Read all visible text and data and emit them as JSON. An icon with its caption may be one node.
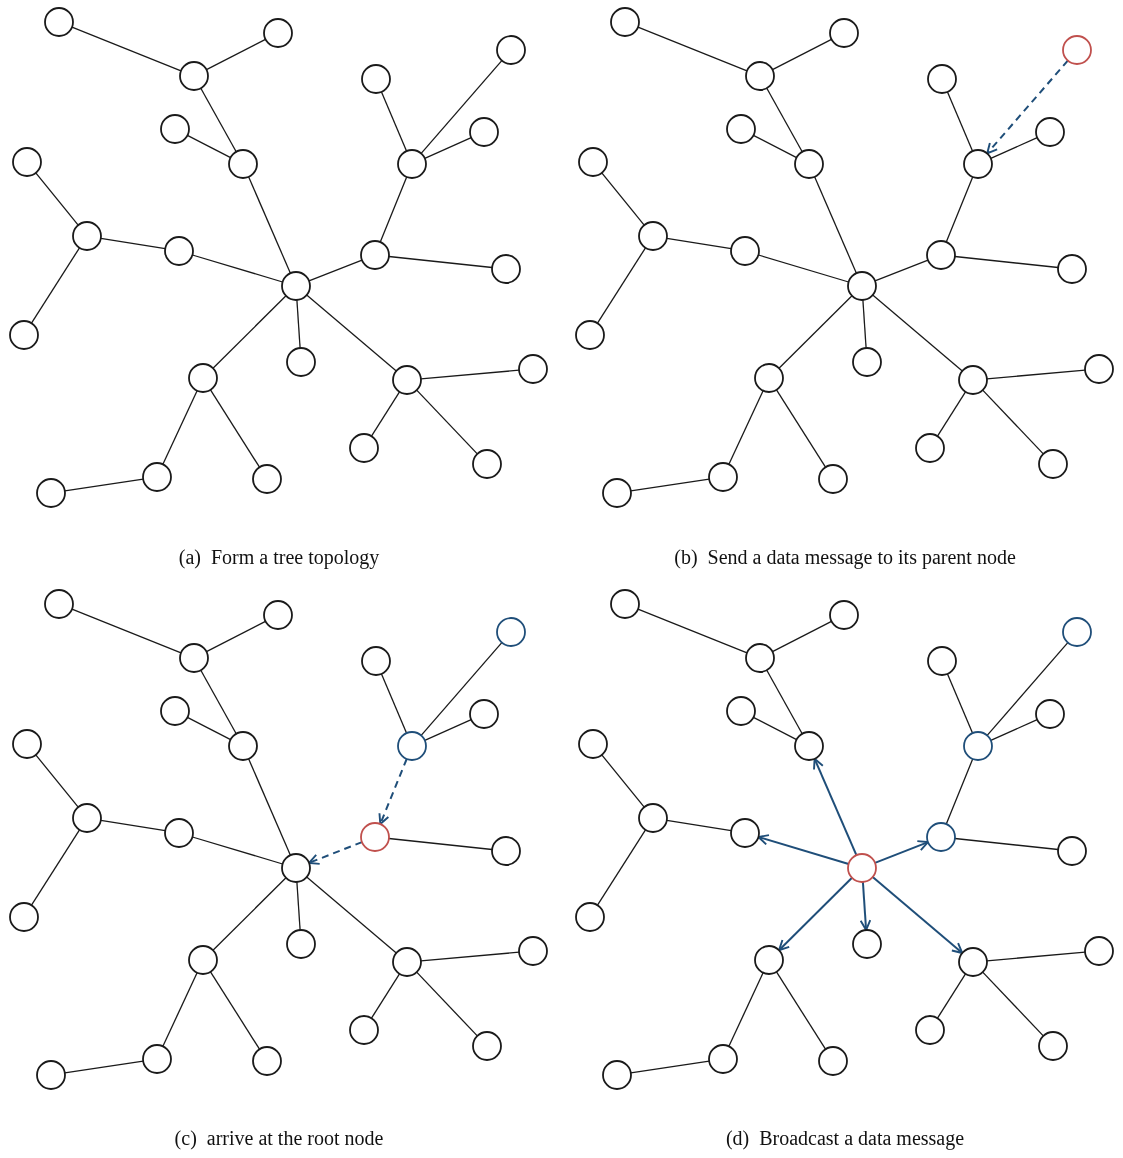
{
  "diagram": {
    "nodes": [
      {
        "text": [],
        "shape": "circle"
      },
      {
        "text": [],
        "shape": "circle"
      },
      {
        "text": [],
        "shape": "circle"
      },
      {
        "text": [],
        "shape": "circle"
      },
      {
        "text": [],
        "shape": "circle"
      },
      {
        "text": [],
        "shape": "circle"
      },
      {
        "text": [],
        "shape": "circle"
      },
      {
        "text": [],
        "shape": "circle"
      },
      {
        "text": [],
        "shape": "circle"
      },
      {
        "text": [],
        "shape": "circle"
      },
      {
        "text": [],
        "shape": "circle"
      },
      {
        "text": [],
        "shape": "circle"
      },
      {
        "text": [],
        "shape": "circle"
      },
      {
        "text": [],
        "shape": "circle"
      },
      {
        "text": [],
        "shape": "circle"
      },
      {
        "text": [],
        "shape": "circle"
      },
      {
        "text": [],
        "shape": "circle"
      },
      {
        "text": [],
        "shape": "circle"
      },
      {
        "text": [],
        "shape": "circle"
      },
      {
        "text": [],
        "shape": "circle"
      },
      {
        "text": [],
        "shape": "circle"
      },
      {
        "text": [],
        "shape": "circle"
      },
      {
        "text": [],
        "shape": "circle"
      },
      {
        "text": [],
        "shape": "circle"
      },
      {
        "text": [],
        "shape": "circle"
      },
      {
        "text": [],
        "shape": "circle"
      },
      {
        "text": [],
        "shape": "circle"
      },
      {
        "text": [],
        "shape": "circle"
      },
      {
        "text": [],
        "shape": "circle"
      },
      {
        "text": [],
        "shape": "circle"
      },
      {
        "text": [],
        "shape": "circle"
      },
      {
        "text": [],
        "shape": "circle"
      },
      {
        "text": [],
        "shape": "circle"
      },
      {
        "text": [],
        "shape": "circle"
      },
      {
        "text": [],
        "shape": "circle"
      },
      {
        "text": [],
        "shape": "circle"
      },
      {
        "text": [],
        "shape": "circle"
      },
      {
        "text": [],
        "shape": "circle"
      },
      {
        "text": [],
        "shape": "circle"
      },
      {
        "text": [],
        "shape": "circle"
      },
      {
        "text": [],
        "shape": "circle"
      },
      {
        "text": [],
        "shape": "circle"
      },
      {
        "text": [],
        "shape": "circle"
      },
      {
        "text": [],
        "shape": "circle"
      },
      {
        "text": [],
        "shape": "circle"
      },
      {
        "text": [],
        "shape": "circle"
      },
      {
        "text": [],
        "shape": "circle"
      },
      {
        "text": [],
        "shape": "circle"
      },
      {
        "text": [],
        "shape": "circle"
      },
      {
        "text": [],
        "shape": "circle"
      },
      {
        "text": [],
        "shape": "circle"
      },
      {
        "text": [],
        "shape": "circle"
      },
      {
        "text": [],
        "shape": "circle"
      },
      {
        "text": [],
        "shape": "circle"
      },
      {
        "text": [],
        "shape": "circle"
      },
      {
        "text": [],
        "shape": "circle"
      },
      {
        "text": [],
        "shape": "circle"
      },
      {
        "text": [],
        "shape": "circle"
      },
      {
        "text": [],
        "shape": "circle"
      },
      {
        "text": [],
        "shape": "circle"
      },
      {
        "text": [],
        "shape": "circle"
      },
      {
        "text": [],
        "shape": "circle"
      },
      {
        "text": [],
        "shape": "circle"
      },
      {
        "text": [],
        "shape": "circle"
      },
      {
        "text": [],
        "shape": "circle"
      },
      {
        "text": [],
        "shape": "circle"
      },
      {
        "text": [],
        "shape": "circle"
      },
      {
        "text": [],
        "shape": "circle"
      },
      {
        "text": [],
        "shape": "circle"
      },
      {
        "text": [],
        "shape": "circle"
      },
      {
        "text": [],
        "shape": "circle"
      },
      {
        "text": [],
        "shape": "circle"
      },
      {
        "text": [],
        "shape": "circle"
      },
      {
        "text": [],
        "shape": "circle"
      },
      {
        "text": [],
        "shape": "circle"
      },
      {
        "text": [],
        "shape": "circle"
      },
      {
        "text": [],
        "shape": "circle"
      },
      {
        "text": [],
        "shape": "circle"
      },
      {
        "text": [],
        "shape": "circle"
      },
      {
        "text": [],
        "shape": "circle"
      },
      {
        "text": [],
        "shape": "circle"
      },
      {
        "text": [],
        "shape": "circle"
      },
      {
        "text": [],
        "shape": "circle"
      },
      {
        "text": [],
        "shape": "circle"
      },
      {
        "text": [],
        "shape": "circle"
      },
      {
        "text": [],
        "shape": "circle"
      },
      {
        "text": [],
        "shape": "circle"
      },
      {
        "text": [],
        "shape": "circle"
      },
      {
        "text": [],
        "shape": "circle"
      },
      {
        "text": [],
        "shape": "circle"
      },
      {
        "text": [],
        "shape": "circle"
      },
      {
        "text": [],
        "shape": "circle"
      },
      {
        "text": [],
        "shape": "circle"
      },
      {
        "text": [],
        "shape": "circle"
      },
      {
        "text": [],
        "shape": "circle"
      },
      {
        "text": [],
        "shape": "circle"
      },
      {
        "text": [],
        "shape": "circle"
      },
      {
        "text": [],
        "shape": "circle"
      },
      {
        "text": [],
        "shape": "circle"
      },
      {
        "text": [],
        "shape": "circle"
      }
    ],
    "edges": [
      {
        "from": 0,
        "to": 2,
        "arrow": "none"
      },
      {
        "from": 1,
        "to": 2,
        "arrow": "none"
      },
      {
        "from": 2,
        "to": 7,
        "arrow": "none"
      },
      {
        "from": 5,
        "to": 7,
        "arrow": "none"
      },
      {
        "from": 7,
        "to": 14,
        "arrow": "none"
      },
      {
        "from": 4,
        "to": 8,
        "arrow": "none"
      },
      {
        "from": 3,
        "to": 8,
        "arrow": "none"
      },
      {
        "from": 6,
        "to": 8,
        "arrow": "none"
      },
      {
        "from": 8,
        "to": 12,
        "arrow": "none"
      },
      {
        "from": 12,
        "to": 14,
        "arrow": "none"
      },
      {
        "from": 12,
        "to": 13,
        "arrow": "none"
      },
      {
        "from": 9,
        "to": 10,
        "arrow": "none"
      },
      {
        "from": 10,
        "to": 11,
        "arrow": "none"
      },
      {
        "from": 10,
        "to": 15,
        "arrow": "none"
      },
      {
        "from": 11,
        "to": 14,
        "arrow": "none"
      },
      {
        "from": 14,
        "to": 16,
        "arrow": "none"
      },
      {
        "from": 14,
        "to": 17,
        "arrow": "none"
      },
      {
        "from": 14,
        "to": 19,
        "arrow": "none"
      },
      {
        "from": 17,
        "to": 22,
        "arrow": "none"
      },
      {
        "from": 17,
        "to": 23,
        "arrow": "none"
      },
      {
        "from": 22,
        "to": 24,
        "arrow": "none"
      },
      {
        "from": 19,
        "to": 18,
        "arrow": "none"
      },
      {
        "from": 19,
        "to": 20,
        "arrow": "none"
      },
      {
        "from": 19,
        "to": 21,
        "arrow": "none"
      },
      {
        "from": 25,
        "to": 27,
        "arrow": "none"
      },
      {
        "from": 26,
        "to": 27,
        "arrow": "none"
      },
      {
        "from": 27,
        "to": 32,
        "arrow": "none"
      },
      {
        "from": 30,
        "to": 32,
        "arrow": "none"
      },
      {
        "from": 32,
        "to": 39,
        "arrow": "none"
      },
      {
        "from": 29,
        "to": 33,
        "arrow": "none"
      },
      {
        "from": 28,
        "to": 33,
        "arrow": "to",
        "style": "dashed",
        "color": "#1f4e79"
      },
      {
        "from": 31,
        "to": 33,
        "arrow": "none"
      },
      {
        "from": 33,
        "to": 37,
        "arrow": "none"
      },
      {
        "from": 37,
        "to": 39,
        "arrow": "none"
      },
      {
        "from": 37,
        "to": 38,
        "arrow": "none"
      },
      {
        "from": 34,
        "to": 35,
        "arrow": "none"
      },
      {
        "from": 35,
        "to": 36,
        "arrow": "none"
      },
      {
        "from": 35,
        "to": 40,
        "arrow": "none"
      },
      {
        "from": 36,
        "to": 39,
        "arrow": "none"
      },
      {
        "from": 39,
        "to": 41,
        "arrow": "none"
      },
      {
        "from": 39,
        "to": 42,
        "arrow": "none"
      },
      {
        "from": 39,
        "to": 44,
        "arrow": "none"
      },
      {
        "from": 42,
        "to": 47,
        "arrow": "none"
      },
      {
        "from": 42,
        "to": 48,
        "arrow": "none"
      },
      {
        "from": 47,
        "to": 49,
        "arrow": "none"
      },
      {
        "from": 44,
        "to": 43,
        "arrow": "none"
      },
      {
        "from": 44,
        "to": 45,
        "arrow": "none"
      },
      {
        "from": 44,
        "to": 46,
        "arrow": "none"
      },
      {
        "from": 50,
        "to": 52,
        "arrow": "none"
      },
      {
        "from": 51,
        "to": 52,
        "arrow": "none"
      },
      {
        "from": 52,
        "to": 57,
        "arrow": "none"
      },
      {
        "from": 55,
        "to": 57,
        "arrow": "none"
      },
      {
        "from": 57,
        "to": 64,
        "arrow": "none"
      },
      {
        "from": 54,
        "to": 58,
        "arrow": "none"
      },
      {
        "from": 53,
        "to": 58,
        "arrow": "none"
      },
      {
        "from": 56,
        "to": 58,
        "arrow": "none"
      },
      {
        "from": 58,
        "to": 62,
        "arrow": "to",
        "style": "dashed",
        "color": "#1f4e79"
      },
      {
        "from": 62,
        "to": 64,
        "arrow": "to",
        "style": "dashed",
        "color": "#1f4e79"
      },
      {
        "from": 62,
        "to": 63,
        "arrow": "none"
      },
      {
        "from": 59,
        "to": 60,
        "arrow": "none"
      },
      {
        "from": 60,
        "to": 61,
        "arrow": "none"
      },
      {
        "from": 60,
        "to": 65,
        "arrow": "none"
      },
      {
        "from": 61,
        "to": 64,
        "arrow": "none"
      },
      {
        "from": 64,
        "to": 66,
        "arrow": "none"
      },
      {
        "from": 64,
        "to": 67,
        "arrow": "none"
      },
      {
        "from": 64,
        "to": 69,
        "arrow": "none"
      },
      {
        "from": 67,
        "to": 72,
        "arrow": "none"
      },
      {
        "from": 67,
        "to": 73,
        "arrow": "none"
      },
      {
        "from": 72,
        "to": 74,
        "arrow": "none"
      },
      {
        "from": 69,
        "to": 68,
        "arrow": "none"
      },
      {
        "from": 69,
        "to": 70,
        "arrow": "none"
      },
      {
        "from": 69,
        "to": 71,
        "arrow": "none"
      },
      {
        "from": 75,
        "to": 77,
        "arrow": "none"
      },
      {
        "from": 76,
        "to": 77,
        "arrow": "none"
      },
      {
        "from": 77,
        "to": 82,
        "arrow": "none"
      },
      {
        "from": 80,
        "to": 82,
        "arrow": "none"
      },
      {
        "from": 89,
        "to": 82,
        "arrow": "to",
        "color": "#1f4e79"
      },
      {
        "from": 79,
        "to": 83,
        "arrow": "none"
      },
      {
        "from": 78,
        "to": 83,
        "arrow": "none"
      },
      {
        "from": 81,
        "to": 83,
        "arrow": "none"
      },
      {
        "from": 83,
        "to": 87,
        "arrow": "none"
      },
      {
        "from": 89,
        "to": 87,
        "arrow": "to",
        "color": "#1f4e79"
      },
      {
        "from": 87,
        "to": 88,
        "arrow": "none"
      },
      {
        "from": 84,
        "to": 85,
        "arrow": "none"
      },
      {
        "from": 85,
        "to": 86,
        "arrow": "none"
      },
      {
        "from": 85,
        "to": 90,
        "arrow": "none"
      },
      {
        "from": 89,
        "to": 86,
        "arrow": "to",
        "color": "#1f4e79"
      },
      {
        "from": 89,
        "to": 91,
        "arrow": "to",
        "color": "#1f4e79"
      },
      {
        "from": 89,
        "to": 92,
        "arrow": "to",
        "color": "#1f4e79"
      },
      {
        "from": 89,
        "to": 94,
        "arrow": "to",
        "color": "#1f4e79"
      },
      {
        "from": 92,
        "to": 97,
        "arrow": "none"
      },
      {
        "from": 92,
        "to": 98,
        "arrow": "none"
      },
      {
        "from": 97,
        "to": 99,
        "arrow": "none"
      },
      {
        "from": 94,
        "to": 93,
        "arrow": "none"
      },
      {
        "from": 94,
        "to": 95,
        "arrow": "none"
      },
      {
        "from": 94,
        "to": 96,
        "arrow": "none"
      }
    ],
    "labels": [
      "(a)  Form a tree topology",
      "(b)  Send a data message to its parent node",
      "(c)  arrive at the root node",
      "(d)  Broadcast a data message"
    ]
  }
}
